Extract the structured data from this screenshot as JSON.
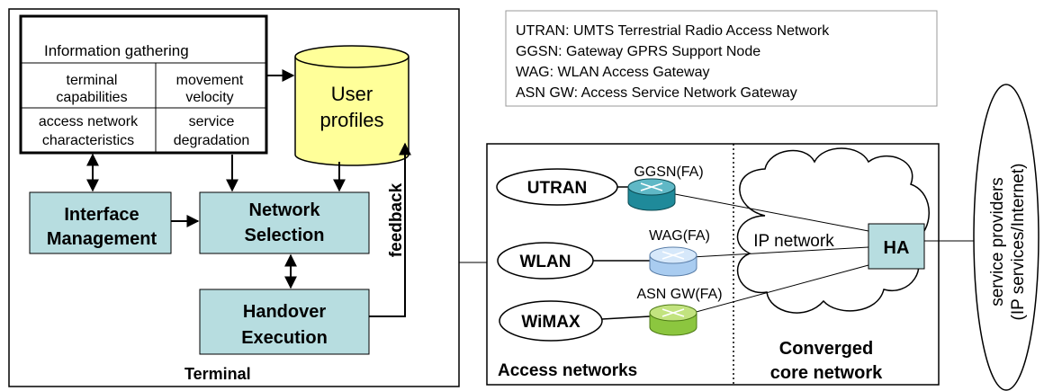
{
  "terminal": {
    "label": "Terminal",
    "info_gathering": {
      "title": "Information gathering",
      "cells": [
        [
          "terminal",
          "capabilities"
        ],
        [
          "movement",
          "velocity"
        ],
        [
          "access network",
          "characteristics"
        ],
        [
          "service",
          "degradation"
        ]
      ]
    },
    "user_profiles": [
      "User",
      "profiles"
    ],
    "interface_management": [
      "Interface",
      "Management"
    ],
    "network_selection": [
      "Network",
      "Selection"
    ],
    "handover_execution": [
      "Handover",
      "Execution"
    ],
    "feedback": "feedback"
  },
  "legend": [
    "UTRAN: UMTS Terrestrial Radio Access Network",
    "GGSN: Gateway GPRS Support Node",
    "WAG: WLAN Access Gateway",
    "ASN GW: Access Service Network Gateway"
  ],
  "access_networks": {
    "label": "Access networks",
    "items": [
      "UTRAN",
      "WLAN",
      "WiMAX"
    ],
    "gateways": [
      "GGSN(FA)",
      "WAG(FA)",
      "ASN GW(FA)"
    ]
  },
  "core": {
    "label": [
      "Converged",
      "core network"
    ],
    "cloud_label": "IP network",
    "ha": "HA"
  },
  "service_providers": [
    "service providers",
    "(IP services/Internet)"
  ],
  "colors": {
    "box_fill": "#b7dde0",
    "profiles_fill": "#ffff99",
    "router_ggsn": "#1f8a9a",
    "router_wag": "#a9ccf0",
    "router_asn": "#8cc63f"
  }
}
